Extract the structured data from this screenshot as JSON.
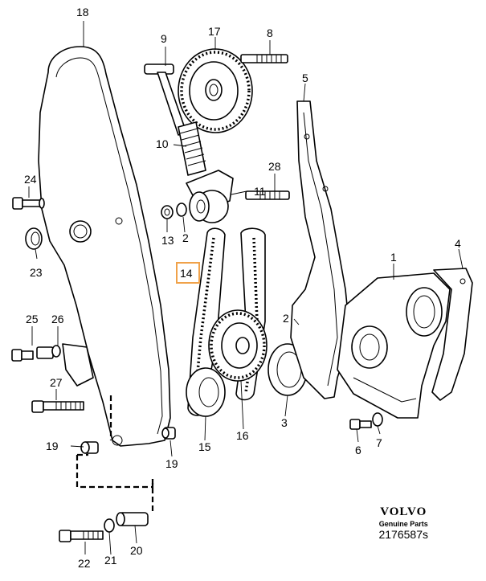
{
  "labels": {
    "n1": "1",
    "n2a": "2",
    "n2b": "2",
    "n3": "3",
    "n4": "4",
    "n5": "5",
    "n6": "6",
    "n7": "7",
    "n8": "8",
    "n9": "9",
    "n10": "10",
    "n11": "11",
    "n13": "13",
    "n14": "14",
    "n15": "15",
    "n16": "16",
    "n17": "17",
    "n18": "18",
    "n19a": "19",
    "n19b": "19",
    "n20": "20",
    "n21": "21",
    "n22": "22",
    "n23": "23",
    "n24": "24",
    "n25": "25",
    "n26": "26",
    "n27": "27",
    "n28": "28"
  },
  "highlighted_part": "14",
  "highlight_color": "#f0a24a",
  "brand": {
    "logo": "VOLVO",
    "tagline": "Genuine Parts",
    "code": "2176587s"
  }
}
